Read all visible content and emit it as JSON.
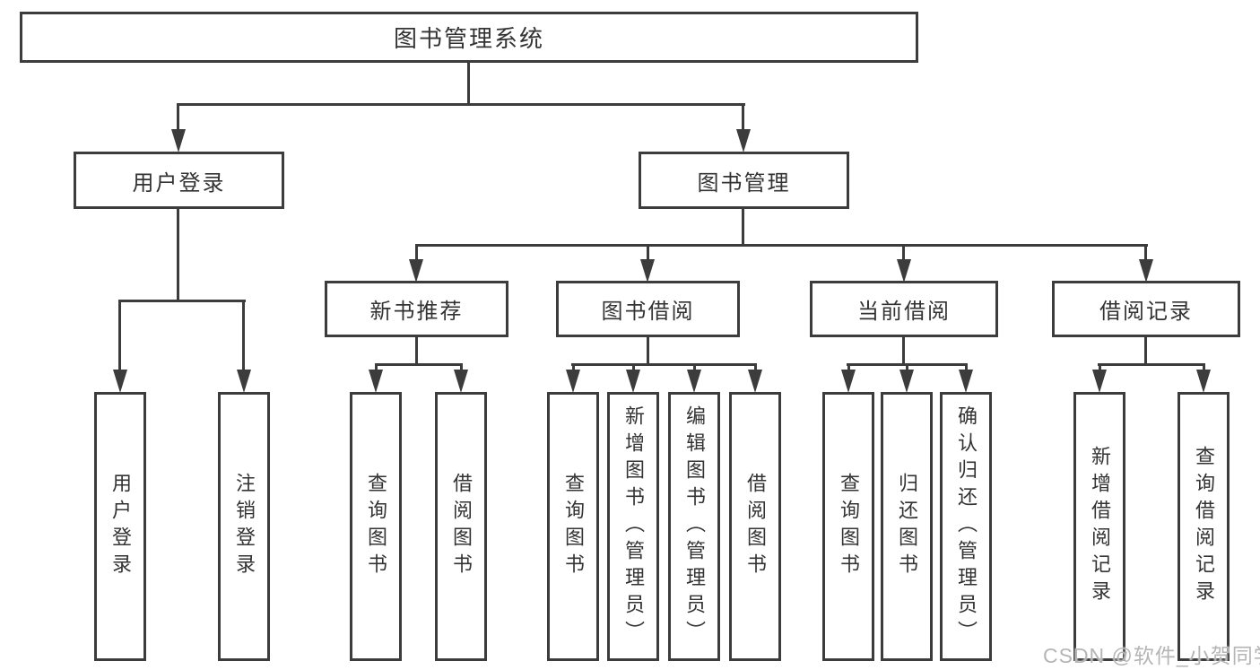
{
  "colors": {
    "line": "#3c3c3c",
    "text": "#333333",
    "wm": "#b5b5b5",
    "bg": "#ffffff"
  },
  "tree": {
    "label": "图书管理系统",
    "children": [
      {
        "label": "用户登录",
        "children": [
          {
            "label": "用户登录"
          },
          {
            "label": "注销登录"
          }
        ]
      },
      {
        "label": "图书管理",
        "children": [
          {
            "label": "新书推荐",
            "children": [
              {
                "label": "查询图书"
              },
              {
                "label": "借阅图书"
              }
            ]
          },
          {
            "label": "图书借阅",
            "children": [
              {
                "label": "查询图书"
              },
              {
                "label": "新增图书（管理员）"
              },
              {
                "label": "编辑图书（管理员）"
              },
              {
                "label": "借阅图书"
              }
            ]
          },
          {
            "label": "当前借阅",
            "children": [
              {
                "label": "查询图书"
              },
              {
                "label": "归还图书"
              },
              {
                "label": "确认归还（管理员）"
              }
            ]
          },
          {
            "label": "借阅记录",
            "children": [
              {
                "label": "新增借阅记录"
              },
              {
                "label": "查询借阅记录"
              }
            ]
          }
        ]
      }
    ]
  },
  "watermark": "CSDN @软件_小贺同学"
}
